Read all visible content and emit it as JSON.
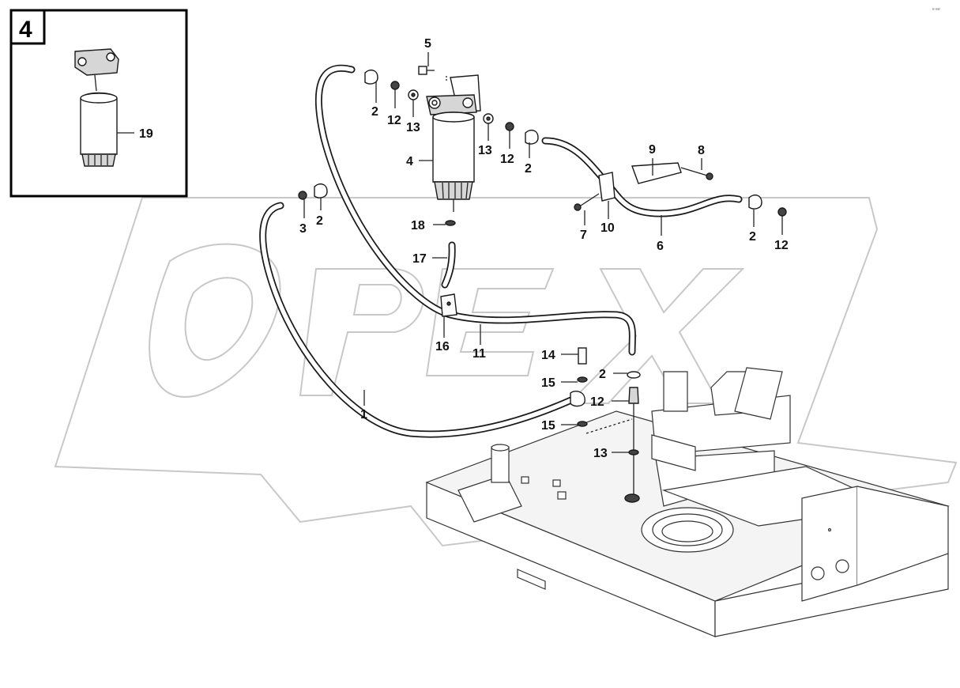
{
  "inset": {
    "view_number": "4",
    "callout": "19"
  },
  "corner_mark": "e ee",
  "watermark": {
    "text": "OPEX"
  },
  "callouts": {
    "c5": "5",
    "c2a": "2",
    "c12a": "12",
    "c13a": "13",
    "c13b": "13",
    "c12b": "12",
    "c2b": "2",
    "c4": "4",
    "c9": "9",
    "c8": "8",
    "c3": "3",
    "c2c": "2",
    "c7": "7",
    "c10": "10",
    "c6": "6",
    "c2d": "2",
    "c12c": "12",
    "c18": "18",
    "c17": "17",
    "c16": "16",
    "c11": "11",
    "c14": "14",
    "c2e": "2",
    "c15a": "15",
    "c12d": "12",
    "c1": "1",
    "c15b": "15",
    "c13c": "13"
  }
}
